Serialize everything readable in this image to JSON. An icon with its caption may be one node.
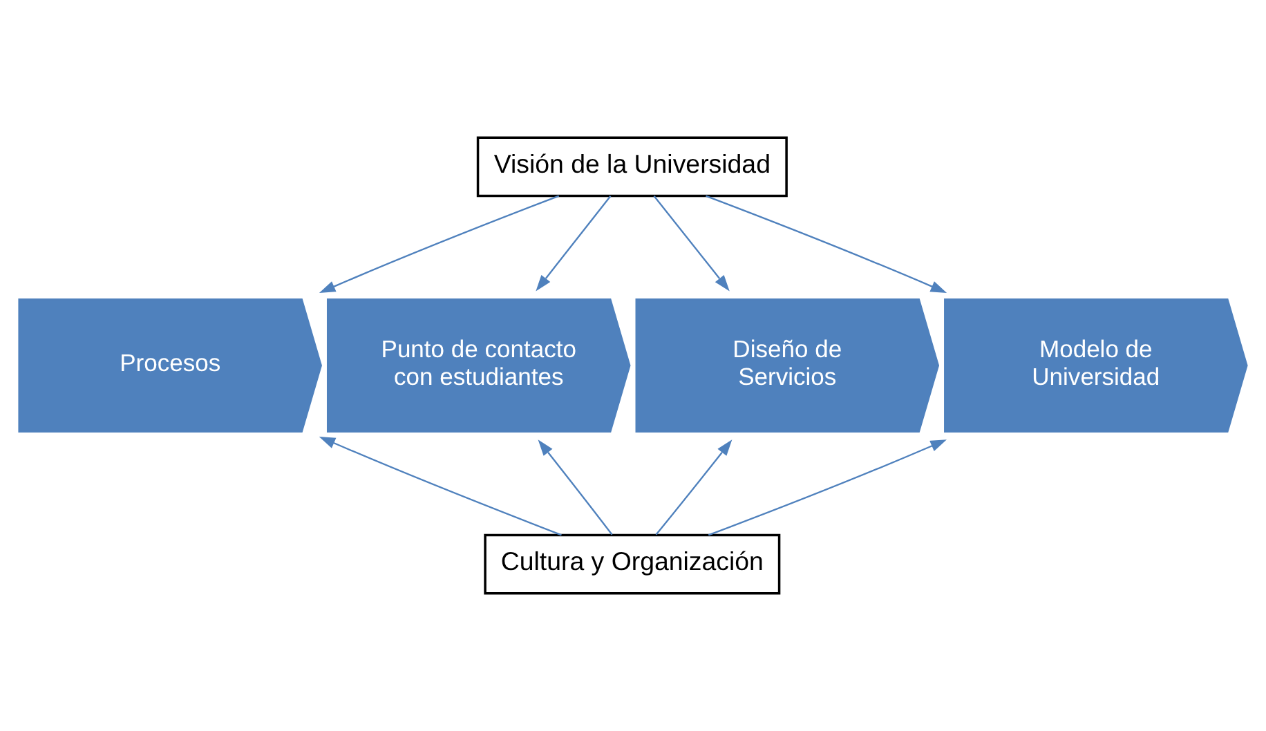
{
  "diagram": {
    "nodes": [
      {
        "text": [
          "Visión de la Universidad"
        ]
      },
      {
        "text": [
          "Procesos"
        ]
      },
      {
        "text": [
          "Punto de contacto con estudiantes"
        ]
      },
      {
        "text": [
          "Diseño de Servicios"
        ]
      },
      {
        "text": [
          "Modelo de Universidad"
        ]
      },
      {
        "text": [
          "Cultura y Organización"
        ]
      }
    ],
    "edges": [
      {
        "from": 0,
        "to": 1,
        "arrow": "to"
      },
      {
        "from": 0,
        "to": 2,
        "arrow": "to"
      },
      {
        "from": 0,
        "to": 3,
        "arrow": "to"
      },
      {
        "from": 0,
        "to": 4,
        "arrow": "to"
      },
      {
        "from": 5,
        "to": 1,
        "arrow": "to"
      },
      {
        "from": 5,
        "to": 2,
        "arrow": "to"
      },
      {
        "from": 5,
        "to": 3,
        "arrow": "to"
      },
      {
        "from": 5,
        "to": 4,
        "arrow": "to"
      }
    ]
  }
}
